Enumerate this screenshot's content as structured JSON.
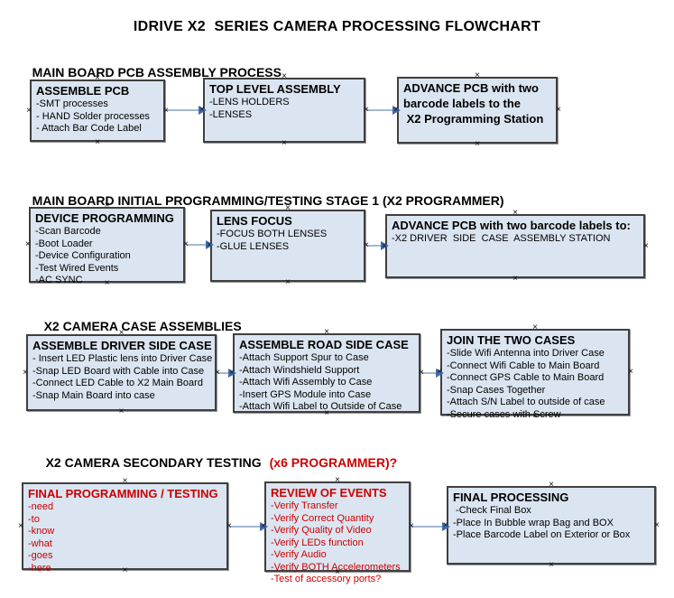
{
  "title": "IDRIVE X2  SERIES CAMERA PROCESSING FLOWCHART",
  "colors": {
    "box_fill": "#dbe5f1",
    "box_border": "#3f3f3f",
    "red_text": "#cc0000",
    "connector_line": "#a3b8d3",
    "connector_arrow": "#3f6cad",
    "text": "#000000",
    "background": "#ffffff"
  },
  "icons": {
    "anchor_mark": "×",
    "arrowhead": "▶"
  },
  "sections": [
    {
      "heading": "MAIN BOARD PCB ASSEMBLY PROCESS",
      "boxes": [
        {
          "title": "ASSEMBLE PCB",
          "items": [
            "-SMT processes",
            "- HAND Solder processes",
            "- Attach Bar Code Label"
          ]
        },
        {
          "title": "TOP LEVEL ASSEMBLY",
          "items": [
            "-LENS HOLDERS",
            "-LENSES"
          ]
        },
        {
          "title": "ADVANCE PCB with two\nbarcode labels to the\n X2 Programming Station",
          "items": []
        }
      ]
    },
    {
      "heading": "MAIN BOARD INITIAL PROGRAMMING/TESTING STAGE 1 (X2 PROGRAMMER)",
      "boxes": [
        {
          "title": "DEVICE PROGRAMMING",
          "items": [
            "-Scan Barcode",
            "-Boot Loader",
            "-Device Configuration",
            "-Test Wired Events",
            "-AC SYNC"
          ]
        },
        {
          "title": "LENS FOCUS",
          "items": [
            "-FOCUS BOTH LENSES",
            "-GLUE LENSES"
          ]
        },
        {
          "title": "ADVANCE PCB with two barcode labels to:",
          "items": [
            "-X2 DRIVER  SIDE  CASE  ASSEMBLY STATION"
          ]
        }
      ]
    },
    {
      "heading": "X2 CAMERA CASE ASSEMBLIES",
      "boxes": [
        {
          "title": "ASSEMBLE DRIVER SIDE CASE",
          "items": [
            "- Insert LED Plastic lens into Driver Case",
            "-Snap LED Board with Cable into Case",
            "-Connect LED Cable to X2 Main Board",
            "-Snap Main Board into case"
          ]
        },
        {
          "title": "ASSEMBLE ROAD SIDE CASE",
          "items": [
            "-Attach Support Spur to Case",
            "-Attach Windshield Support",
            "-Attach Wifi Assembly to Case",
            "-Insert GPS Module into Case",
            "-Attach Wifi Label to Outside of Case"
          ]
        },
        {
          "title": "JOIN THE TWO CASES",
          "items": [
            "-Slide Wifi Antenna into Driver Case",
            "-Connect Wifi Cable to Main Board",
            "-Connect GPS Cable to Main Board",
            "-Snap Cases Together",
            "-Attach S/N Label to outside of case",
            "-Secure cases with Screw"
          ]
        }
      ]
    },
    {
      "heading": "X2 CAMERA SECONDARY TESTING",
      "heading_red": "(x6 PROGRAMMER)?",
      "boxes": [
        {
          "title": "FINAL PROGRAMMING / TESTING",
          "items": [
            "-need",
            "-to",
            "-know",
            "-what",
            "-goes",
            "-here"
          ]
        },
        {
          "title": "REVIEW OF EVENTS",
          "items": [
            "-Verify Transfer",
            "-Verify Correct Quantity",
            "-Verify Quality of Video",
            "-Verify LEDs function",
            "-Verify Audio",
            "-Verify BOTH Accelerometers",
            "-Test of accessory ports?"
          ]
        },
        {
          "title": "FINAL PROCESSING",
          "items": [
            " -Check Final Box",
            "-Place In Bubble wrap Bag and BOX",
            "-Place Barcode Label on Exterior or Box"
          ]
        }
      ]
    }
  ]
}
